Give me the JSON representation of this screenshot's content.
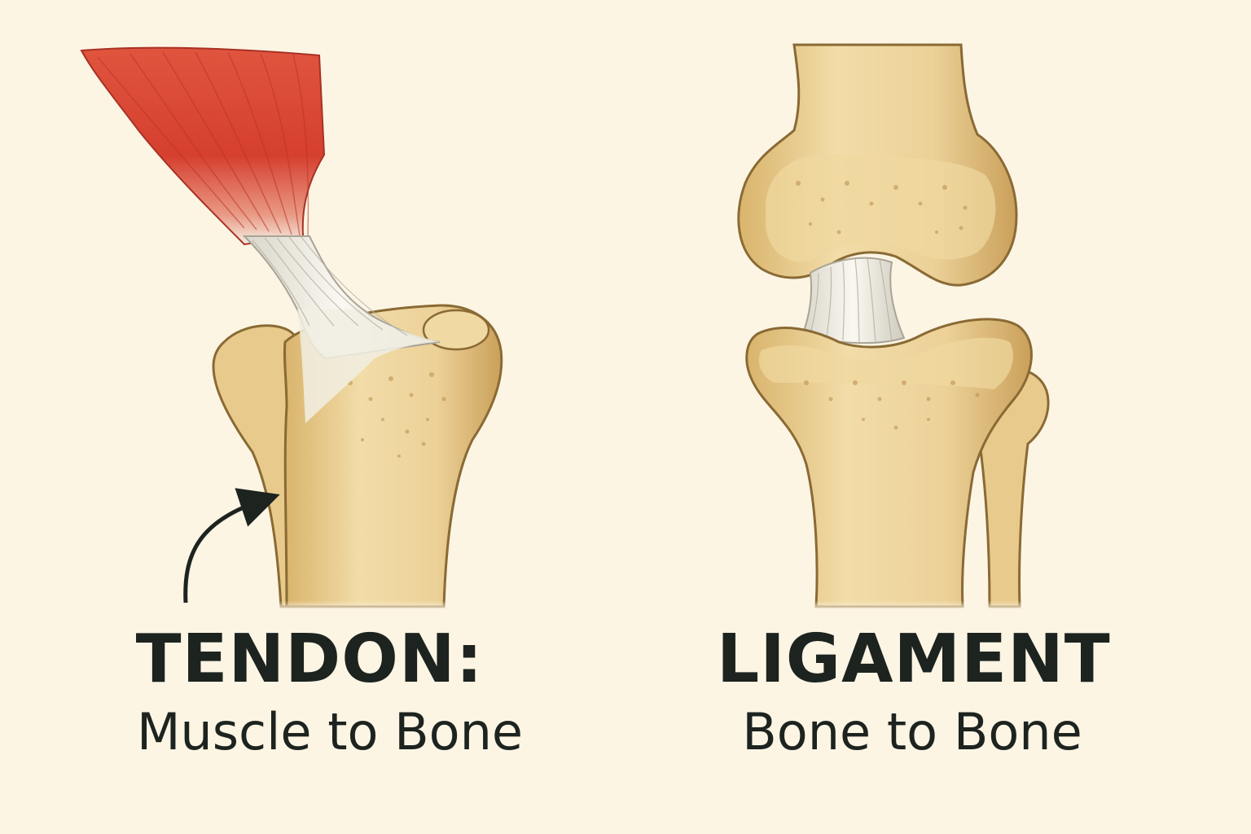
{
  "tendon": {
    "title": "TENDON:",
    "subtitle": "Muscle to Bone"
  },
  "ligament": {
    "title": "LIGAMENT",
    "subtitle": "Bone to Bone"
  },
  "colors": {
    "background": "#fcf5e4",
    "bone": "#ecd39a",
    "bone_shadow": "#c9a561",
    "bone_outline": "#8a6a34",
    "muscle": "#d8402f",
    "tendon": "#f2efe6",
    "text": "#1d231f"
  }
}
